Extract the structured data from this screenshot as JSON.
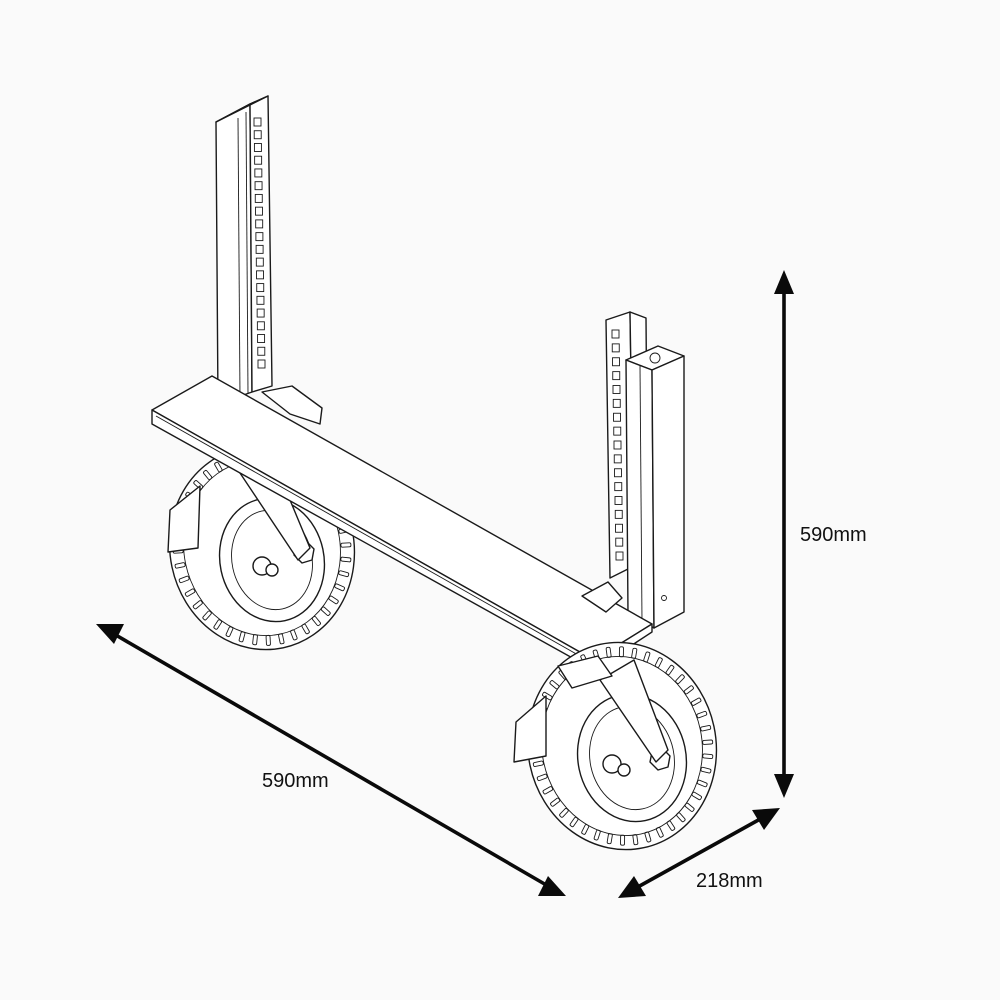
{
  "diagram": {
    "dimensions": {
      "height": {
        "label": "590mm"
      },
      "width": {
        "label": "590mm"
      },
      "depth": {
        "label": "218mm"
      }
    },
    "colors": {
      "background": "#fafafa",
      "ink": "#1a1a1a",
      "dimension_line": "#0a0a0a"
    }
  }
}
